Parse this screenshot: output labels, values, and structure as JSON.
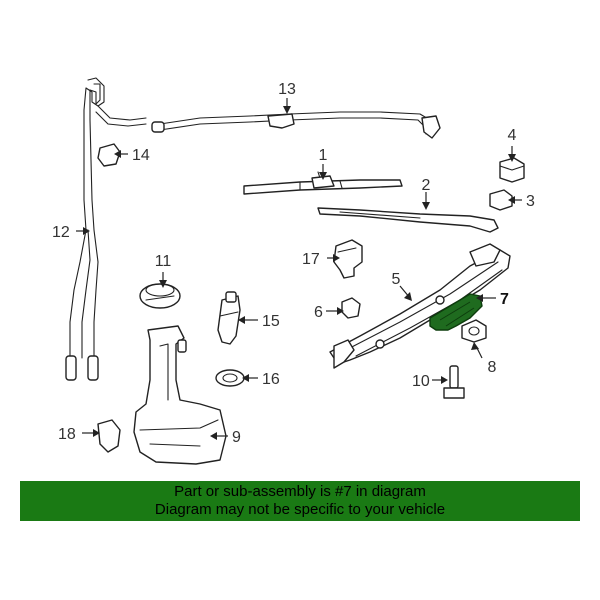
{
  "diagram": {
    "callouts": {
      "c1": "1",
      "c2": "2",
      "c3": "3",
      "c4": "4",
      "c5": "5",
      "c6": "6",
      "c7": "7",
      "c8": "8",
      "c9": "9",
      "c10": "10",
      "c11": "11",
      "c12": "12",
      "c13": "13",
      "c14": "14",
      "c15": "15",
      "c16": "16",
      "c17": "17",
      "c18": "18"
    },
    "highlighted_part": "7",
    "highlight_color": "#1f6b1f"
  },
  "banner": {
    "line1": "Part or sub-assembly is #7 in diagram",
    "line2": "Diagram may not be specific to your vehicle",
    "background": "#1a7a14"
  }
}
